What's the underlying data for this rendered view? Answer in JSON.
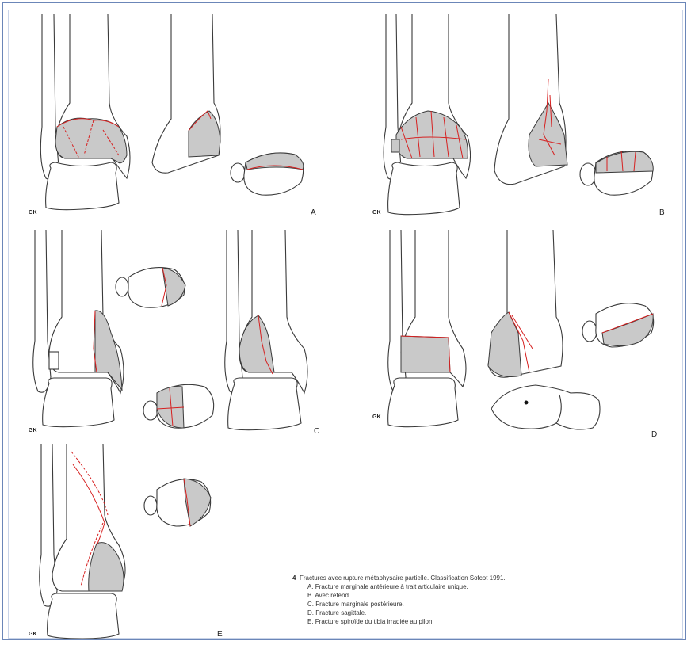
{
  "panels": [
    {
      "id": "A",
      "letter": "A",
      "side": "GK"
    },
    {
      "id": "B",
      "letter": "B",
      "side": "GK"
    },
    {
      "id": "C",
      "letter": "C",
      "side": "GK"
    },
    {
      "id": "D",
      "letter": "D",
      "side": "GK"
    },
    {
      "id": "E",
      "letter": "E",
      "side": "GK"
    }
  ],
  "caption": {
    "number": "4",
    "title": "Fractures avec rupture métaphysaire partielle. Classification Sofcot 1991.",
    "items": [
      "A. Fracture marginale antérieure à trait articulaire unique.",
      "B. Avec refend.",
      "C. Fracture marginale postérieure.",
      "D. Fracture sagittale.",
      "E. Fracture spiroïde du tibia irradiée au pilon."
    ]
  },
  "colors": {
    "fracture_line": "#d62020",
    "fragment_fill": "#c9c9c9",
    "outline": "#3a3a3a",
    "frame": "#6b86b8"
  }
}
